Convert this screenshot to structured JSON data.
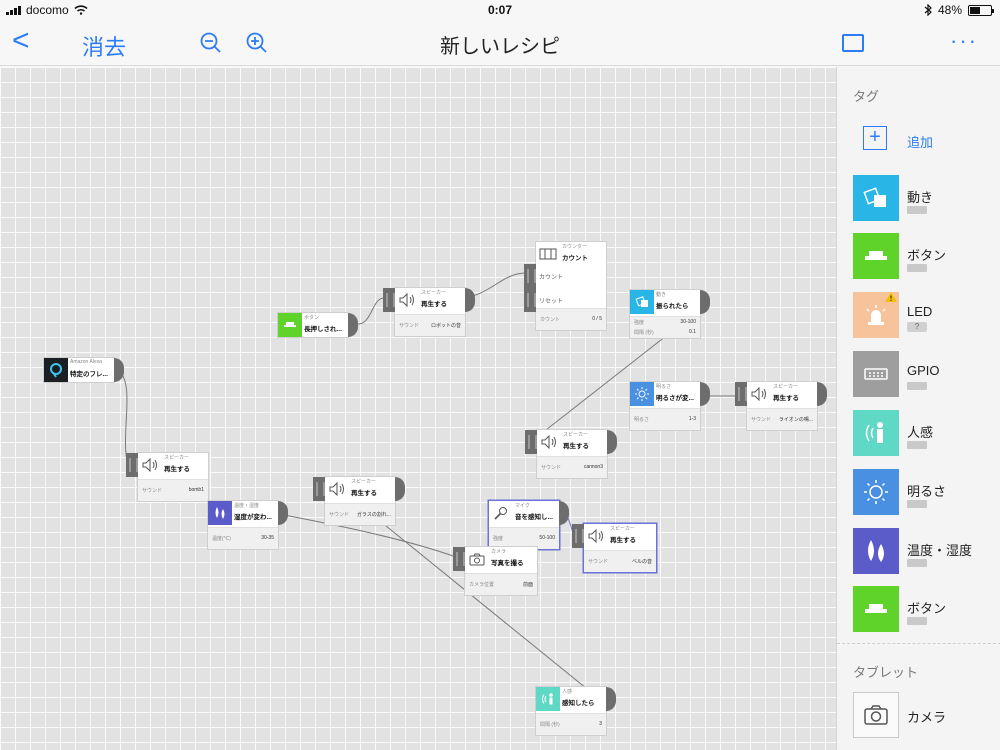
{
  "status": {
    "carrier": "docomo",
    "time": "0:07",
    "battery": "48%",
    "battery_level": 0.48
  },
  "nav": {
    "back_icon": "chevron-left-icon",
    "back_glyph": "<",
    "delete_label": "消去",
    "title": "新しいレシピ",
    "more_glyph": "···"
  },
  "nodes": {
    "alexa": {
      "label": "Amazon Alexa",
      "value": "特定のフレ..."
    },
    "button1": {
      "label": "ボタン",
      "value": "長押しされ..."
    },
    "speaker1": {
      "label": "スピーカー",
      "value": "再生する",
      "fk": "サウンド",
      "fv": "ロボットの音"
    },
    "counter": {
      "label": "カウンター",
      "value": "カウント",
      "port1": "カウント",
      "port2": "リセット",
      "fk": "カウント",
      "fv": "0 / 5"
    },
    "motion": {
      "label": "動き",
      "value": "振られたら",
      "fk1": "強度",
      "fv1": "30-100",
      "fk2": "間隔 (秒)",
      "fv2": "0.1"
    },
    "bright": {
      "label": "明るさ",
      "value": "明るさが変...",
      "fk": "明るさ",
      "fv": "1-3"
    },
    "speaker2": {
      "label": "スピーカー",
      "value": "再生する",
      "fk": "サウンド",
      "fv": "ライオンの鳴..."
    },
    "speaker3": {
      "label": "スピーカー",
      "value": "再生する",
      "fk": "サウンド",
      "fv": "cannon3"
    },
    "speaker4": {
      "label": "スピーカー",
      "value": "再生する",
      "fk": "サウンド",
      "fv": "bomb1"
    },
    "temp": {
      "label": "温度・湿度",
      "value": "湿度が変わ...",
      "fk": "温度(°C)",
      "fv": "30-35"
    },
    "speaker5": {
      "label": "スピーカー",
      "value": "再生する",
      "fk": "サウンド",
      "fv": "ガラスの割れ..."
    },
    "mic": {
      "label": "マイク",
      "value": "音を感知し...",
      "fk": "強度",
      "fv": "50-100"
    },
    "speaker6": {
      "label": "スピーカー",
      "value": "再生する",
      "fk": "サウンド",
      "fv": "ベルの音"
    },
    "camera": {
      "label": "カメラ",
      "value": "写真を撮る",
      "fk": "カメラ位置",
      "fv": "前面"
    },
    "human": {
      "label": "人感",
      "value": "感知したら",
      "fk": "間隔 (秒)",
      "fv": "3"
    }
  },
  "sidebar": {
    "tags_heading": "タグ",
    "add_label": "追加",
    "tags": [
      {
        "name": "動き",
        "color": "#29b6e6",
        "icon": "motion-icon"
      },
      {
        "name": "ボタン",
        "color": "#5fd32a",
        "icon": "button-icon"
      },
      {
        "name": "LED",
        "color": "#f7c39b",
        "icon": "led-icon",
        "battery": "?"
      },
      {
        "name": "GPIO",
        "color": "#9e9e9e",
        "icon": "gpio-icon"
      },
      {
        "name": "人感",
        "color": "#5fd8c6",
        "icon": "human-sensor-icon"
      },
      {
        "name": "明るさ",
        "color": "#4a90e2",
        "icon": "brightness-icon"
      },
      {
        "name": "温度・湿度",
        "color": "#5b5bc9",
        "icon": "temperature-humidity-icon"
      },
      {
        "name": "ボタン",
        "color": "#5fd32a",
        "icon": "button-icon"
      }
    ],
    "tablet_heading": "タブレット",
    "tablet_items": [
      {
        "name": "カメラ",
        "icon": "camera-icon"
      }
    ]
  }
}
